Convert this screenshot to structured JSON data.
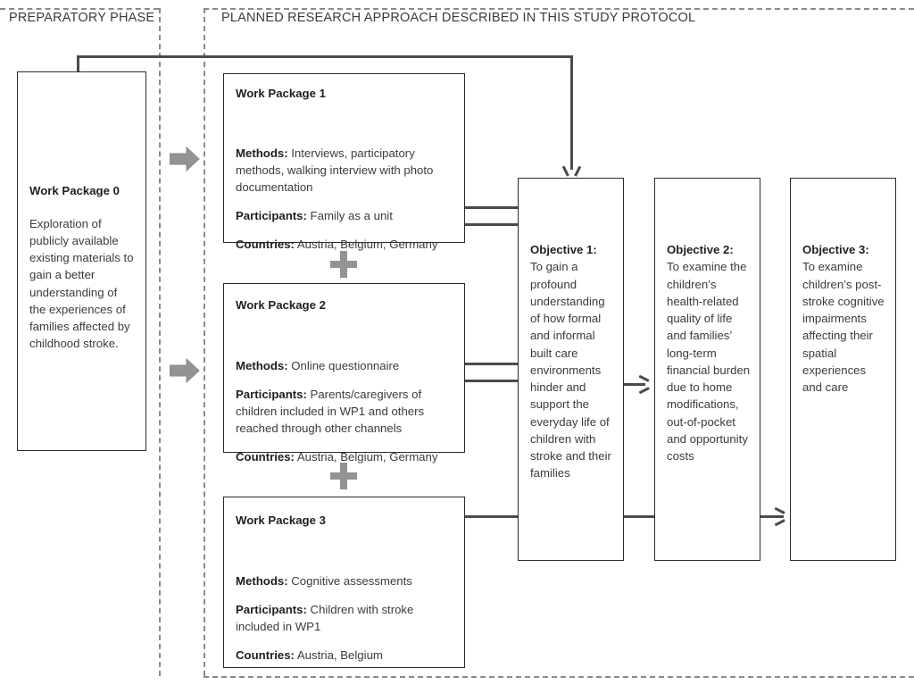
{
  "phases": {
    "preparatory": "PREPARATORY PHASE",
    "planned": "PLANNED RESEARCH APPROACH DESCRIBED IN THIS STUDY PROTOCOL"
  },
  "work_package_0": {
    "title": "Work Package 0",
    "body": "Exploration of publicly available existing materials to gain a better understanding of the experiences of families affected by childhood stroke."
  },
  "work_package_1": {
    "title": "Work Package 1",
    "methods_label": "Methods:",
    "methods": " Interviews, participatory methods, walking interview with photo documentation",
    "participants_label": "Participants:",
    "participants": " Family as a unit",
    "countries_label": "Countries:",
    "countries": " Austria, Belgium, Germany"
  },
  "work_package_2": {
    "title": "Work Package 2",
    "methods_label": "Methods:",
    "methods": " Online questionnaire",
    "participants_label": "Participants:",
    "participants": " Parents/caregivers of children included in WP1 and others reached through other channels",
    "countries_label": "Countries:",
    "countries": " Austria, Belgium, Germany"
  },
  "work_package_3": {
    "title": "Work Package  3",
    "methods_label": "Methods:",
    "methods": " Cognitive assessments",
    "participants_label": "Participants:",
    "participants": " Children with stroke included in WP1",
    "countries_label": "Countries:",
    "countries": " Austria, Belgium"
  },
  "objective_1": {
    "title": "Objective 1:",
    "body": "To gain a profound understanding of how formal and informal built care environments hinder and support the everyday life of children with stroke and their families"
  },
  "objective_2": {
    "title": "Objective 2:",
    "body": "To examine the children’s health-related quality of life and families’ long-term financial burden due to home modifications, out-of-pocket and opportunity costs"
  },
  "objective_3": {
    "title": "Objective 3:",
    "body": "To examine children’s post-stroke cognitive impairments affecting their spatial experiences and care"
  },
  "icons": {
    "combine_wp1_wp2": "plus-icon",
    "combine_wp2_wp3": "plus-icon",
    "feed_wp0_to_wp1": "block-arrow-right-icon",
    "feed_wp0_to_wp2": "block-arrow-right-icon"
  },
  "colors": {
    "box_border": "#2b2b2b",
    "connector": "#4a4a4a",
    "accent_gray": "#939393",
    "dash": "#8a8a8a",
    "text": "#3b3b3b"
  }
}
